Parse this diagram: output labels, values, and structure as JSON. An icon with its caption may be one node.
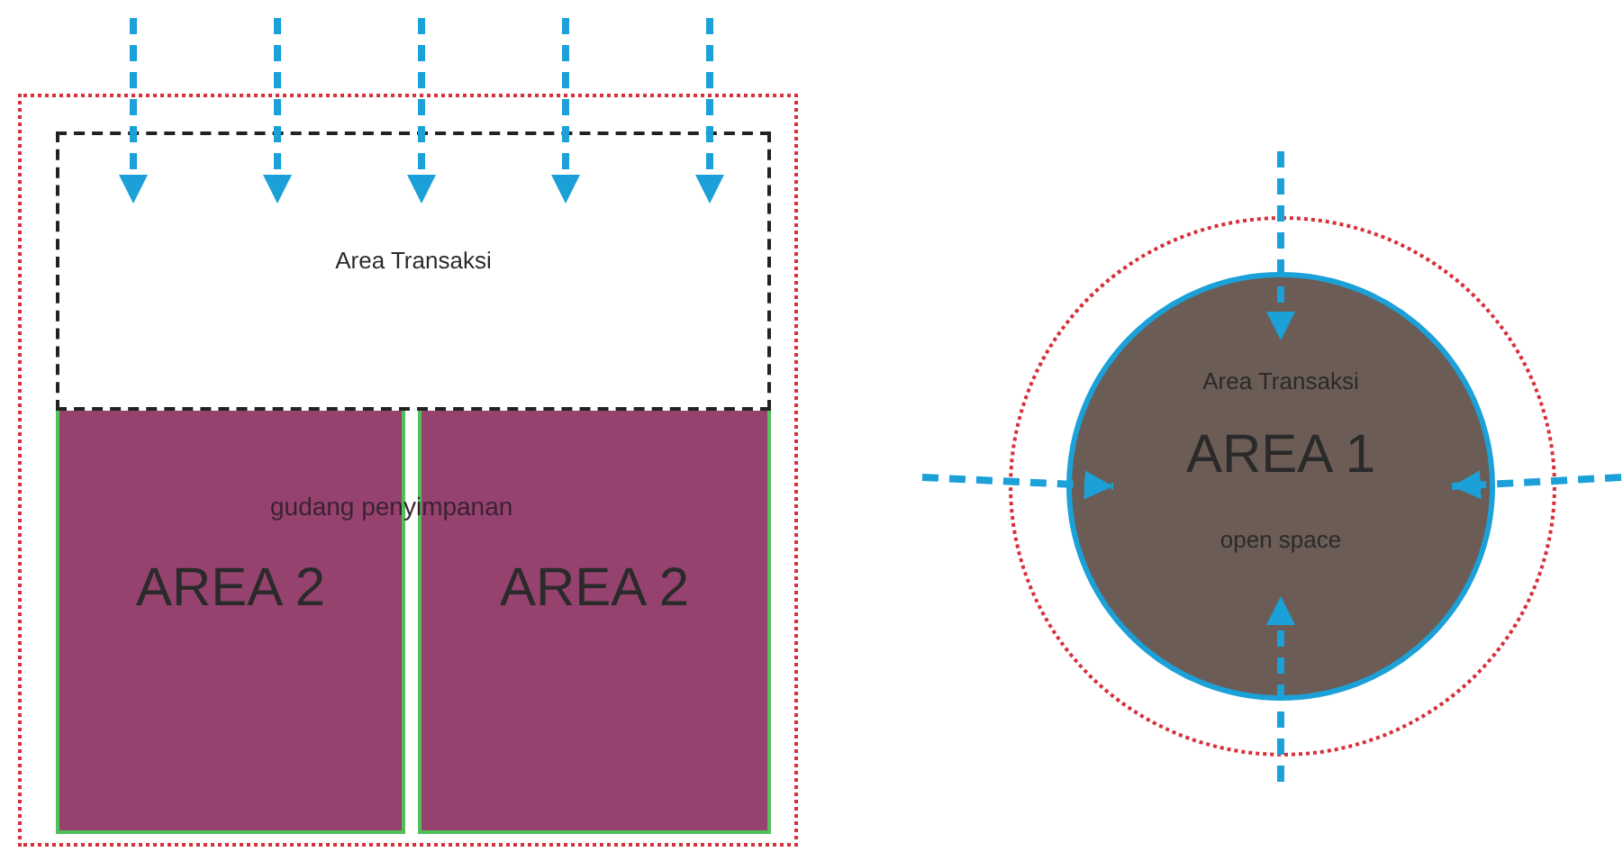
{
  "diagram": {
    "nodes": [
      {
        "text": [],
        "shape": "box"
      },
      {
        "text": [
          "Area Transaksi"
        ],
        "in": 0
      },
      {
        "text": [
          "AREA 2"
        ],
        "in": 0
      },
      {
        "text": [
          "AREA 2"
        ],
        "in": 0
      },
      {
        "text": [],
        "shape": "circle"
      },
      {
        "text": [
          "Area Transaksi",
          "AREA 1",
          "open space"
        ],
        "in": 4
      }
    ],
    "edges": [
      {
        "from": null,
        "to": 1,
        "arrow": "to",
        "style": "dashed"
      },
      {
        "from": null,
        "to": 1,
        "arrow": "to",
        "style": "dashed"
      },
      {
        "from": null,
        "to": 1,
        "arrow": "to",
        "style": "dashed"
      },
      {
        "from": null,
        "to": 1,
        "arrow": "to",
        "style": "dashed"
      },
      {
        "from": null,
        "to": 1,
        "arrow": "to",
        "style": "dashed"
      },
      {
        "from": null,
        "to": 5,
        "arrow": "to",
        "style": "dashed"
      },
      {
        "from": null,
        "to": 5,
        "arrow": "to",
        "style": "dashed"
      },
      {
        "from": null,
        "to": 5,
        "arrow": "to",
        "style": "dashed"
      },
      {
        "from": null,
        "to": 5,
        "arrow": "to",
        "style": "dashed"
      }
    ],
    "labels": [
      "gudang penyimpanan"
    ]
  }
}
